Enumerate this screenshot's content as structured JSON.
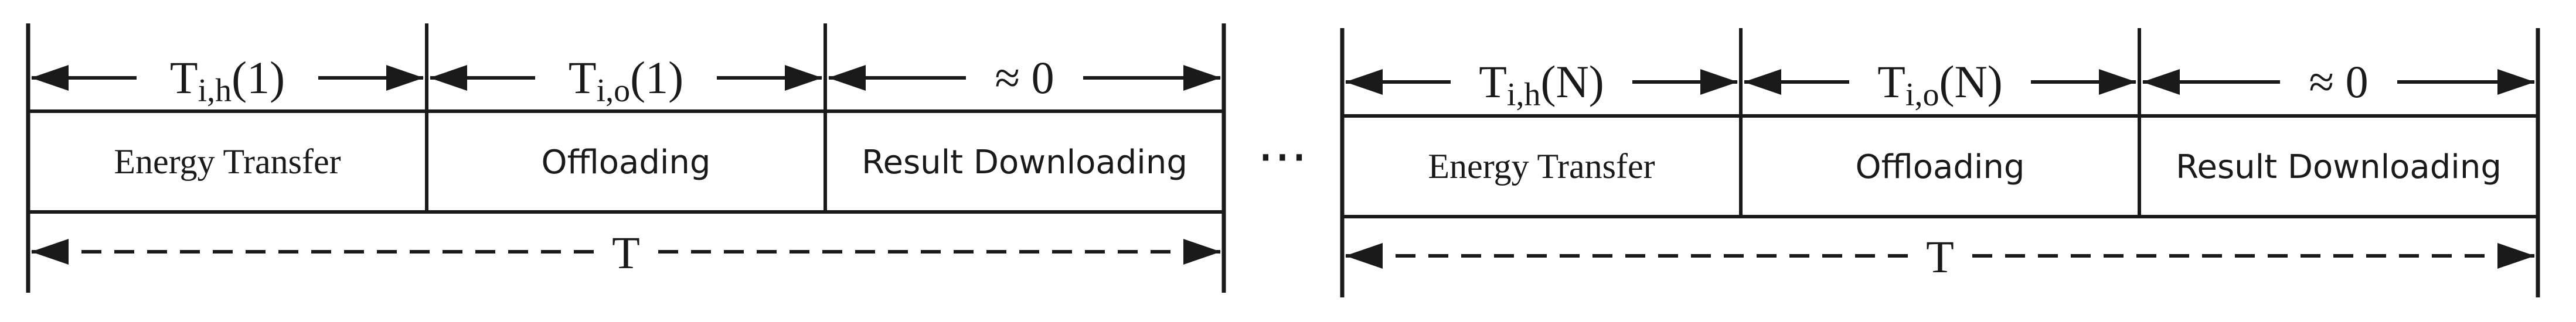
{
  "frames": [
    {
      "segments": [
        {
          "label_main": "T",
          "label_sub": "i,h",
          "label_arg": "(1)",
          "cell": "Energy Transfer",
          "cell_font": "serif"
        },
        {
          "label_main": "T",
          "label_sub": "i,o",
          "label_arg": "(1)",
          "cell": "Offloading",
          "cell_font": "sans"
        },
        {
          "label_main": "≈ 0",
          "label_sub": "",
          "label_arg": "",
          "cell": "Result Downloading",
          "cell_font": "sans"
        }
      ],
      "total_label": "T"
    },
    {
      "segments": [
        {
          "label_main": "T",
          "label_sub": "i,h",
          "label_arg": "(N)",
          "cell": "Energy Transfer",
          "cell_font": "serif"
        },
        {
          "label_main": "T",
          "label_sub": "i,o",
          "label_arg": "(N)",
          "cell": "Offloading",
          "cell_font": "sans"
        },
        {
          "label_main": "≈ 0",
          "label_sub": "",
          "label_arg": "",
          "cell": "Result Downloading",
          "cell_font": "sans"
        }
      ],
      "total_label": "T"
    }
  ],
  "ellipsis": "···",
  "colors": {
    "line": "#1a1a1a",
    "background": "#ffffff"
  }
}
